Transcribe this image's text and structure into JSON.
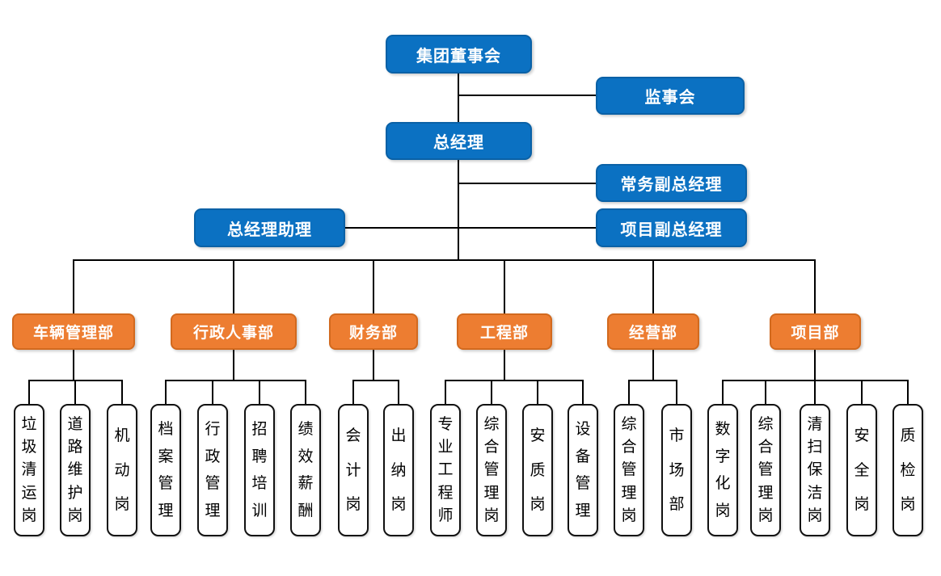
{
  "colors": {
    "executive_blue": "#0B71C2",
    "department_orange": "#ED7D31",
    "connector_black": "#000000",
    "position_box_white": "#FFFFFF"
  },
  "nodes": {
    "board": "集团董事会",
    "supervisory": "监事会",
    "general_manager": "总经理",
    "executive_deputy_gm": "常务副总经理",
    "gm_assistant": "总经理助理",
    "project_deputy_gm": "项目副总经理"
  },
  "departments": [
    {
      "label": "车辆管理部",
      "children": [
        "垃圾清运岗",
        "道路维护岗",
        "机动岗"
      ]
    },
    {
      "label": "行政人事部",
      "children": [
        "档案管理",
        "行政管理",
        "招聘培训",
        "绩效薪酬"
      ]
    },
    {
      "label": "财务部",
      "children": [
        "会计岗",
        "出纳岗"
      ]
    },
    {
      "label": "工程部",
      "children": [
        "专业工程师",
        "综合管理岗",
        "安质岗",
        "设备管理"
      ]
    },
    {
      "label": "经营部",
      "children": [
        "综合管理岗",
        "市场部"
      ]
    },
    {
      "label": "项目部",
      "children": [
        "数字化岗",
        "综合管理岗",
        "清扫保洁岗",
        "安全岗",
        "质检岗"
      ]
    }
  ]
}
